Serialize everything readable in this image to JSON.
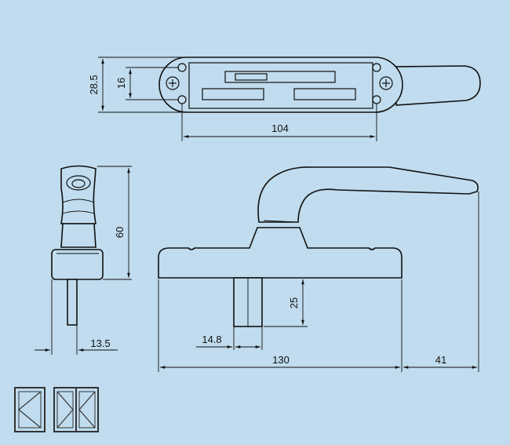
{
  "dimensions": {
    "top_height_outer": "28.5",
    "top_height_inner": "16",
    "top_width": "104",
    "side_height": "60",
    "side_width": "13.5",
    "spindle_height": "25",
    "spindle_offset": "14.8",
    "base_length": "130",
    "lever_length": "41"
  },
  "colors": {
    "background": "#c0dcee",
    "line": "#111111"
  },
  "icons": [
    "casement-window-single-icon",
    "casement-window-double-icon"
  ]
}
